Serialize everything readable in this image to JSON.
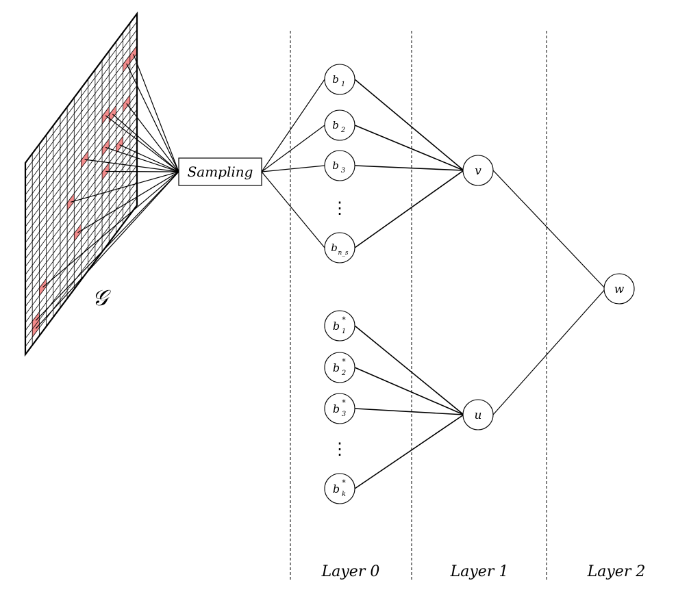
{
  "grid": {
    "label": "𝒢",
    "highlight_color": "#f28b8b",
    "columns": 16,
    "rows": 24
  },
  "sampling": {
    "label": "Sampling"
  },
  "layer0_top": [
    {
      "base": "b",
      "sub": "1",
      "sup": ""
    },
    {
      "base": "b",
      "sub": "2",
      "sup": ""
    },
    {
      "base": "b",
      "sub": "3",
      "sup": ""
    },
    {
      "base": "b",
      "sub": "n_s",
      "sup": ""
    }
  ],
  "layer0_bottom": [
    {
      "base": "b",
      "sub": "1",
      "sup": "*"
    },
    {
      "base": "b",
      "sub": "2",
      "sup": "*"
    },
    {
      "base": "b",
      "sub": "3",
      "sup": "*"
    },
    {
      "base": "b",
      "sub": "k",
      "sup": "*"
    }
  ],
  "ellipsis": "⋮",
  "layer1": [
    {
      "label": "v"
    },
    {
      "label": "u"
    }
  ],
  "layer2": [
    {
      "label": "w"
    }
  ],
  "layers": [
    "Layer 0",
    "Layer 1",
    "Layer 2"
  ]
}
